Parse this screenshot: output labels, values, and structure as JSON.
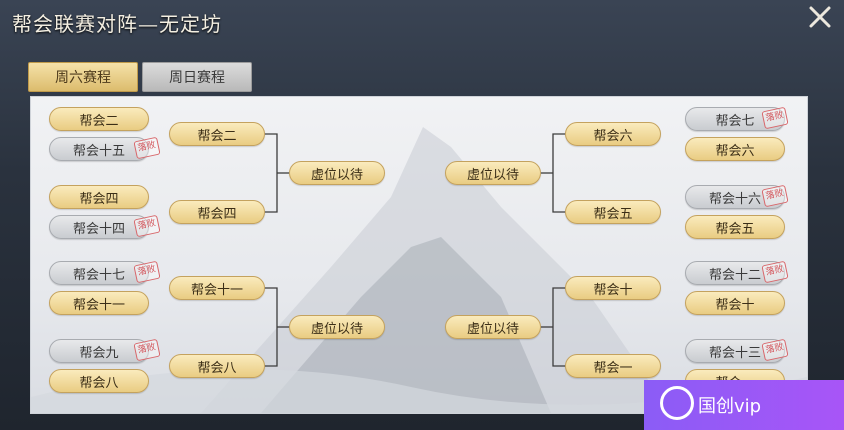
{
  "title": "帮会联赛对阵—无定坊",
  "tabs": {
    "saturday": "周六赛程",
    "sunday": "周日赛程"
  },
  "stamp_text": "落败",
  "left": {
    "r1": [
      "帮会二",
      "帮会十五",
      "帮会四",
      "帮会十四",
      "帮会十七",
      "帮会十一",
      "帮会九",
      "帮会八"
    ],
    "r2": [
      "帮会二",
      "帮会四",
      "帮会十一",
      "帮会八"
    ],
    "r3": [
      "虚位以待",
      "虚位以待"
    ]
  },
  "right": {
    "r1": [
      "帮会七",
      "帮会六",
      "帮会十六",
      "帮会五",
      "帮会十二",
      "帮会十",
      "帮会十三",
      "帮会一"
    ],
    "r2": [
      "帮会六",
      "帮会五",
      "帮会十",
      "帮会一"
    ],
    "r3": [
      "虚位以待",
      "虚位以待"
    ]
  },
  "losers": {
    "left_r1": [
      1,
      3,
      4,
      6
    ],
    "right_r1": [
      0,
      2,
      4,
      6
    ]
  },
  "watermark": "国创vip"
}
